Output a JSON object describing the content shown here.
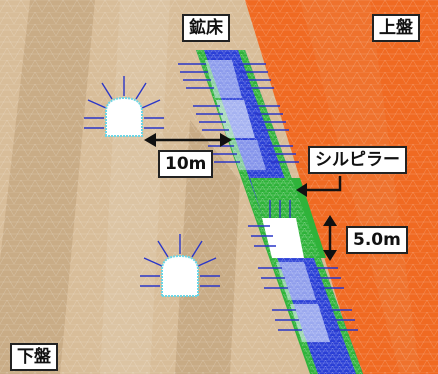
{
  "labels": {
    "ore_body": "鉱床",
    "hanging_wall": "上盤",
    "footwall": "下盤",
    "sill_pillar": "シルピラー",
    "distance": "10m",
    "height": "5.0m"
  },
  "colors": {
    "footwall": "#d8bd99",
    "footwall_band": "#c9ac86",
    "hanging_wall": "#f06a22",
    "ore": "#2a3fd6",
    "pillar": "#2fb33a",
    "opening": "#ffffff",
    "support": "#2a36c8"
  }
}
